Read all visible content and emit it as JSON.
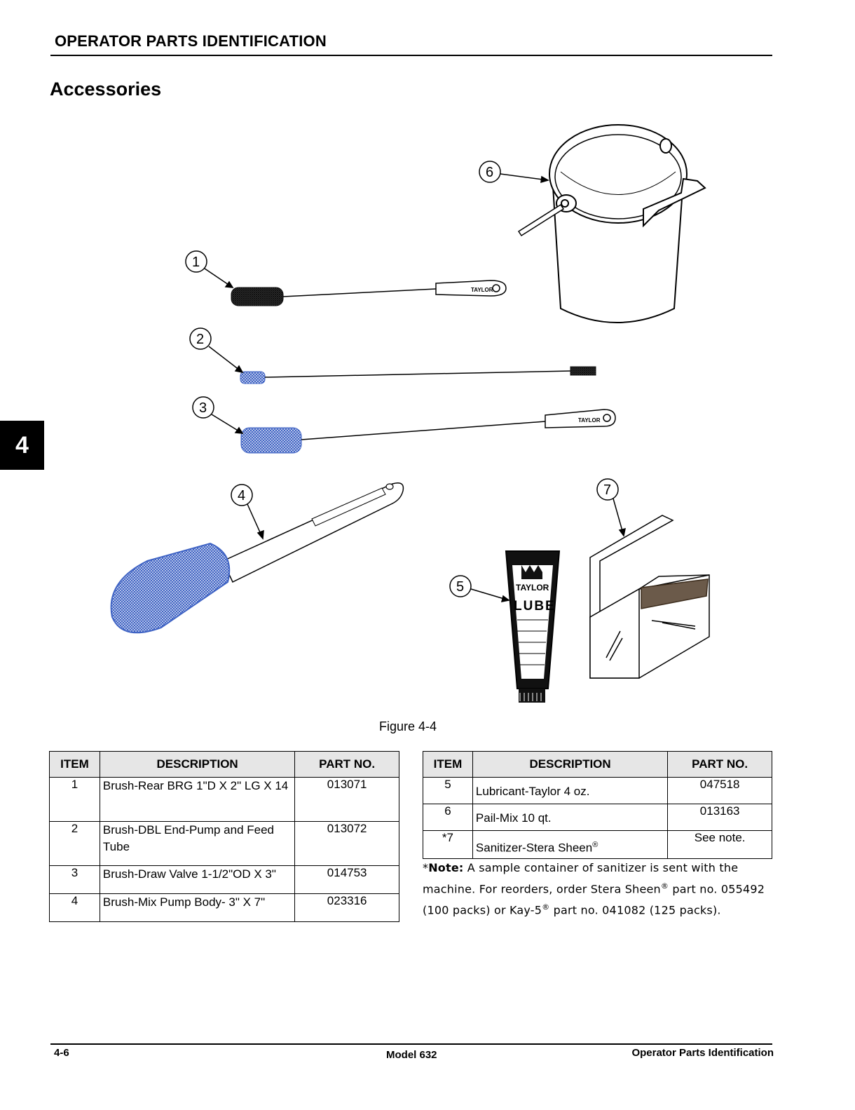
{
  "header": {
    "title": "OPERATOR PARTS IDENTIFICATION"
  },
  "section": {
    "title": "Accessories"
  },
  "side_tab": {
    "label": "4"
  },
  "figure": {
    "caption": "Figure 4-4",
    "callouts": [
      "1",
      "2",
      "3",
      "4",
      "5",
      "6",
      "7"
    ],
    "tube_brand": "TAYLOR",
    "tube_label": "LUBE",
    "handle_brand": "TAYLOR"
  },
  "table_left": {
    "headers": {
      "item": "ITEM",
      "description": "DESCRIPTION",
      "part_no": "PART NO."
    },
    "rows": [
      {
        "item": "1",
        "description": "Brush-Rear BRG 1\"D X 2\" LG X 14",
        "part_no": "013071"
      },
      {
        "item": "2",
        "description": "Brush-DBL End-Pump and Feed Tube",
        "part_no": "013072"
      },
      {
        "item": "3",
        "description": "Brush-Draw Valve 1-1/2\"OD X 3\"",
        "part_no": "014753"
      },
      {
        "item": "4",
        "description": "Brush-Mix Pump Body- 3\" X 7\"",
        "part_no": "023316"
      }
    ]
  },
  "table_right": {
    "headers": {
      "item": "ITEM",
      "description": "DESCRIPTION",
      "part_no": "PART NO."
    },
    "rows": [
      {
        "item": "5",
        "description": "Lubricant-Taylor 4 oz.",
        "part_no": "047518"
      },
      {
        "item": "6",
        "description": "Pail-Mix 10 qt.",
        "part_no": "013163"
      },
      {
        "item": "*7",
        "description": "Sanitizer-Stera Sheen",
        "description_sup": "®",
        "part_no": "See note."
      }
    ]
  },
  "note": {
    "prefix": "*",
    "label": "Note:",
    "text_1": " A sample container of sanitizer is sent with the machine. For reorders, order Stera Sheen",
    "sup_1": "®",
    "text_2": " part no. 055492 (100 packs) or Kay-5",
    "sup_2": "®",
    "text_3": " part no. 041082 (125 packs)."
  },
  "footer": {
    "page": "4-6",
    "model": "Model 632",
    "section": "Operator Parts Identification"
  },
  "colors": {
    "brush_blue": "#3f63c4",
    "brush_black": "#1a1a1a",
    "tab_bg": "#000000",
    "header_bg": "#e6e6e6"
  }
}
